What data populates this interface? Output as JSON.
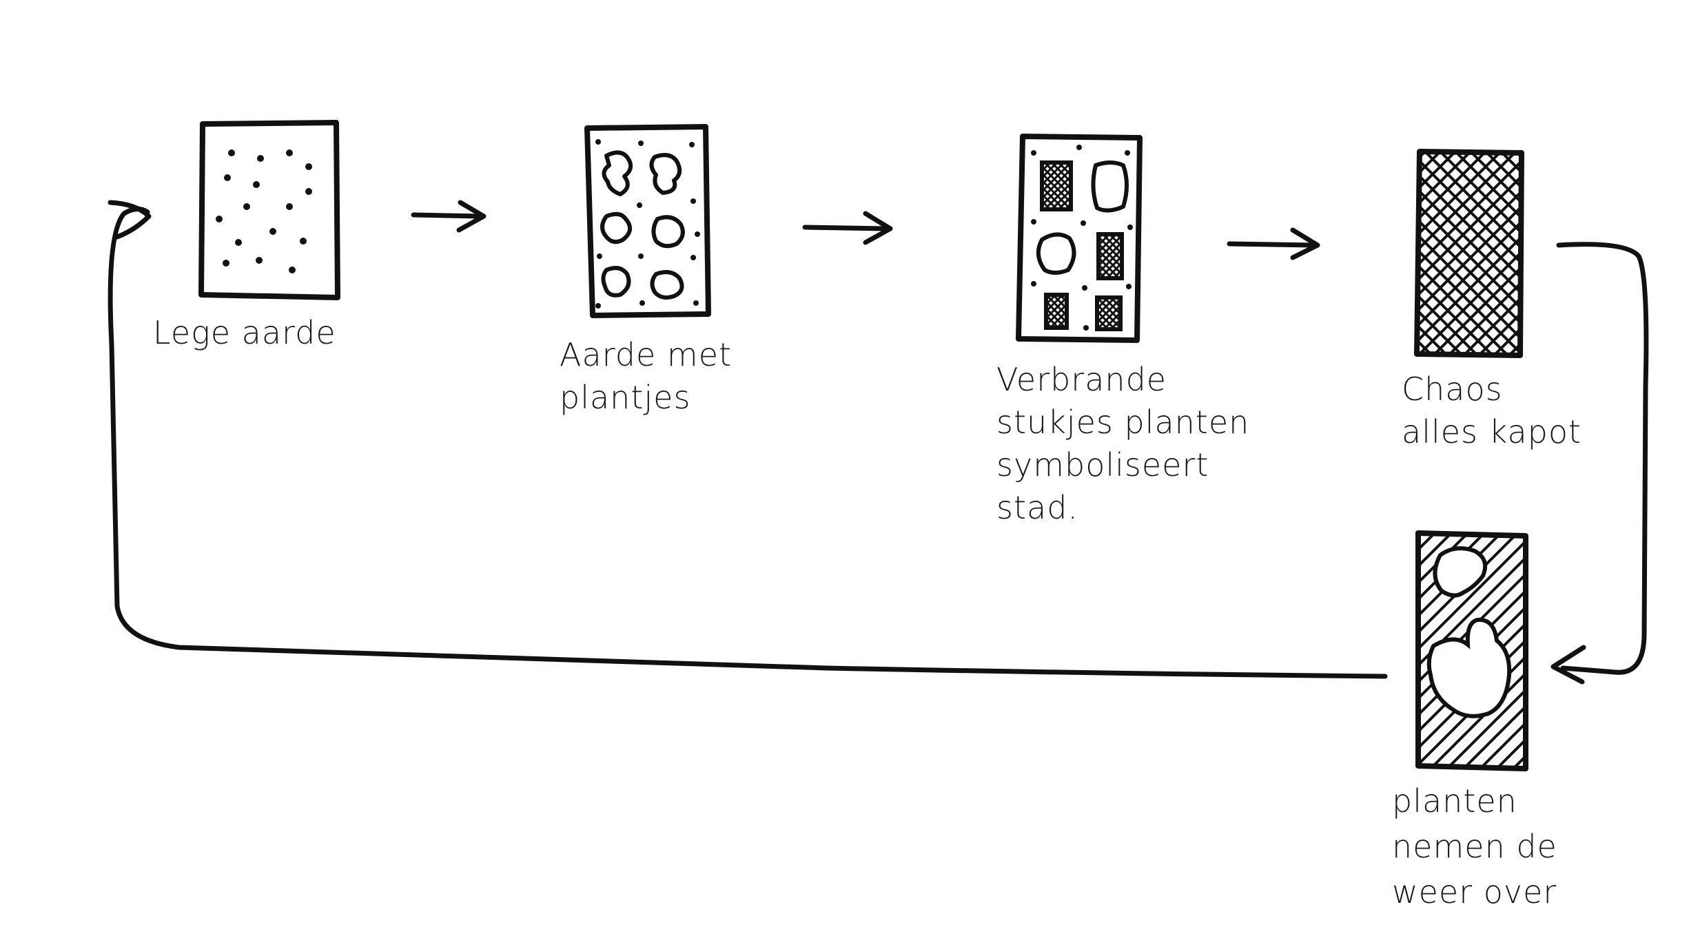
{
  "stages": [
    {
      "id": "lege-aarde",
      "lines": [
        "Lege aarde"
      ]
    },
    {
      "id": "aarde-met-plantjes",
      "lines": [
        "Aarde met",
        "plantjes"
      ]
    },
    {
      "id": "verbrande-stukjes",
      "lines": [
        "Verbrande",
        "stukjes planten",
        "symboliseert",
        "stad."
      ]
    },
    {
      "id": "chaos",
      "lines": [
        "Chaos",
        "alles kapot"
      ]
    },
    {
      "id": "planten-nemen-weer-over",
      "lines": [
        "planten",
        "nemen de",
        "weer over"
      ]
    }
  ],
  "colors": {
    "ink": "#111111",
    "background": "#ffffff"
  }
}
